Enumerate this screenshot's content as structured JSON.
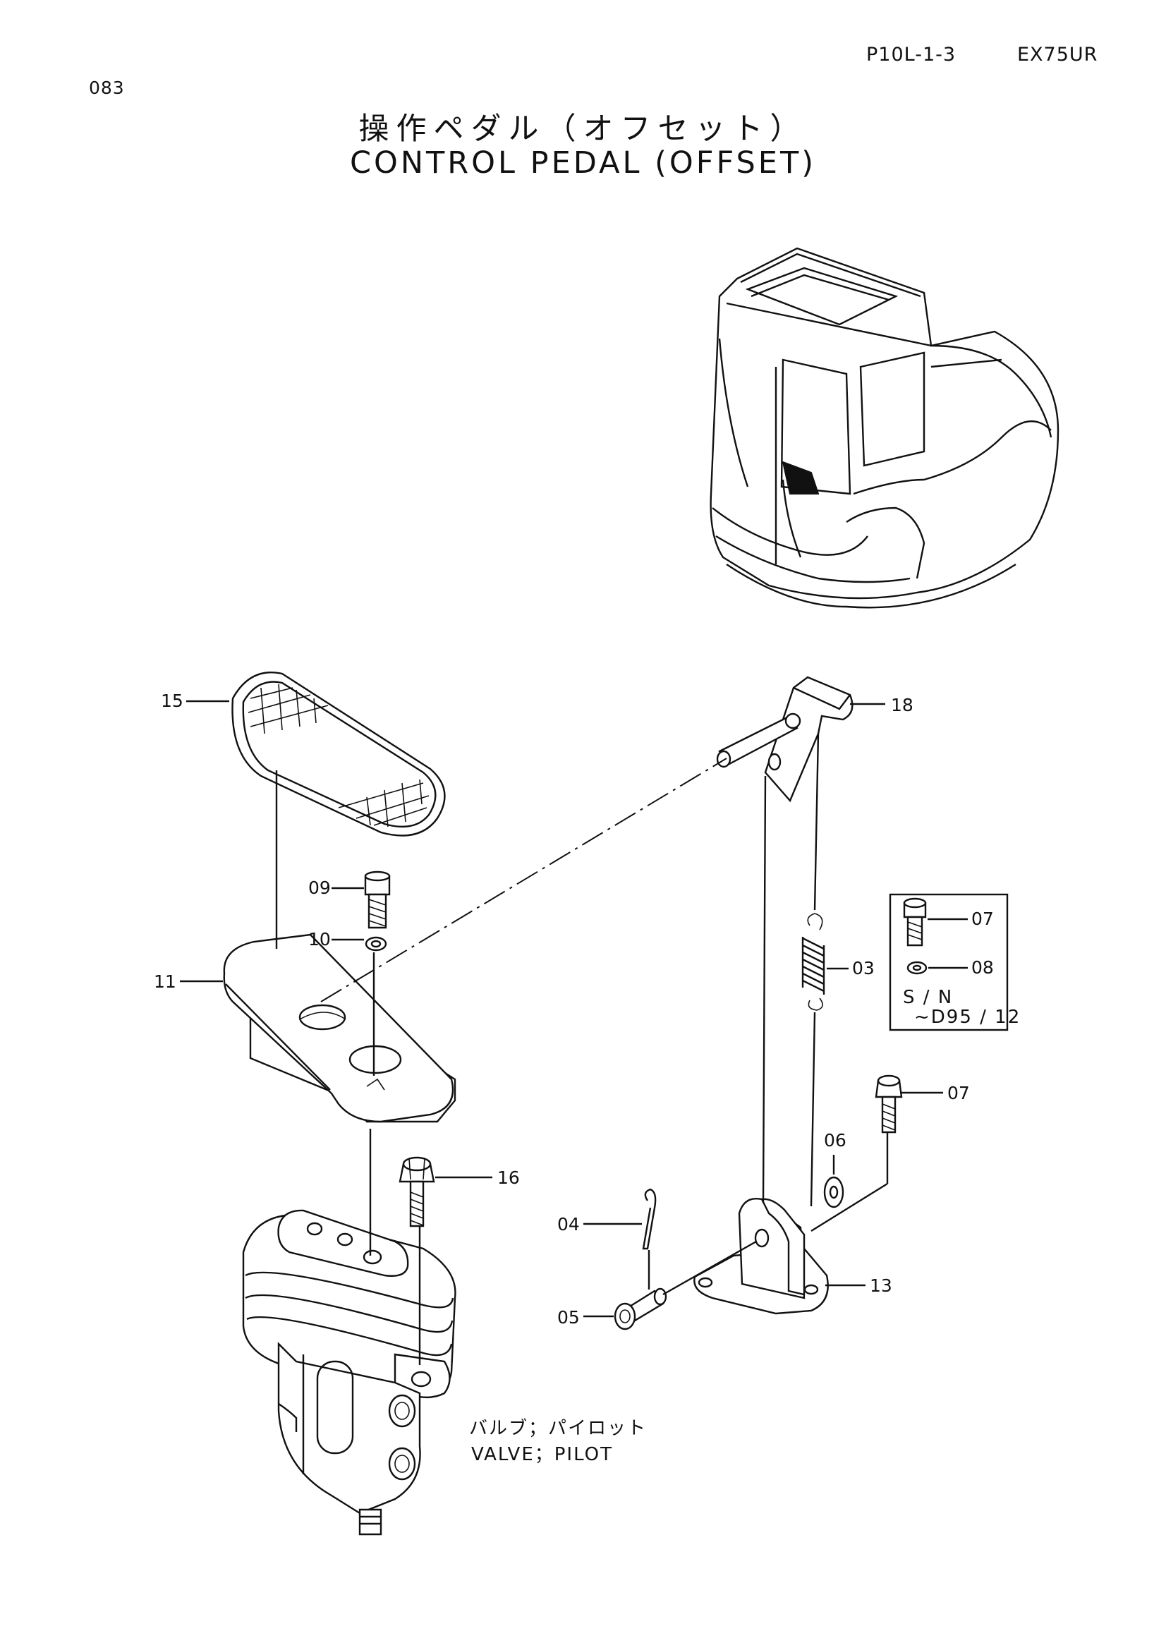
{
  "header": {
    "code": "P10L-1-3",
    "model": "EX75UR",
    "page": "083"
  },
  "title": {
    "jp": "操作ペダル（オフセット）",
    "en": "CONTROL PEDAL (OFFSET)"
  },
  "callouts": {
    "p15": "15",
    "p18": "18",
    "p09": "09",
    "p10": "10",
    "p11": "11",
    "p03": "03",
    "p07a": "07",
    "p08": "08",
    "p07b": "07",
    "p06": "06",
    "p16": "16",
    "p04": "04",
    "p05": "05",
    "p13": "13"
  },
  "sn_note": {
    "line1": "S / N",
    "line2": "~D95 / 12"
  },
  "valve_label": {
    "jp": "バルブ；パイロット",
    "en": "VALVE；PILOT"
  }
}
